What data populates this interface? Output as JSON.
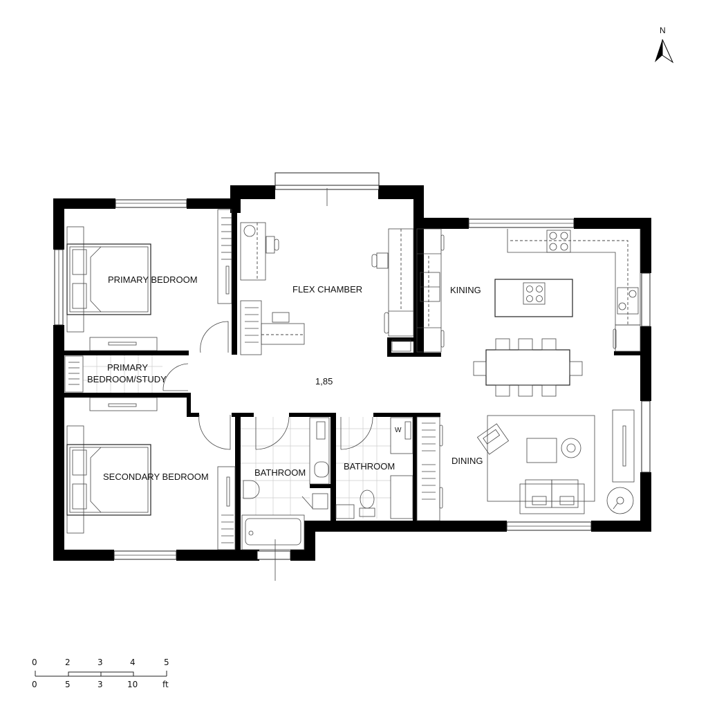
{
  "north_arrow": {
    "label": "N"
  },
  "rooms": {
    "primary_bedroom": "PRIMARY BEDROOM",
    "flex_chamber": "FLEX CHAMBER",
    "kining": "KINING",
    "study_line1": "PRIMARY",
    "study_line2": "BEDROOM/STUDY",
    "hall_dimension": "1,85",
    "secondary_bedroom": "SECONDARY BEDROOM",
    "bathroom_1": "BATHROOM",
    "bathroom_2": "BATHROOM",
    "dining": "DINING"
  },
  "scale_bar": {
    "top_ticks": [
      "0",
      "2",
      "3",
      "4",
      "5"
    ],
    "bottom_ticks": [
      "0",
      "5",
      "3",
      "10",
      "ft"
    ]
  },
  "colors": {
    "wall": "#000000",
    "line": "#222222",
    "background": "#ffffff"
  }
}
